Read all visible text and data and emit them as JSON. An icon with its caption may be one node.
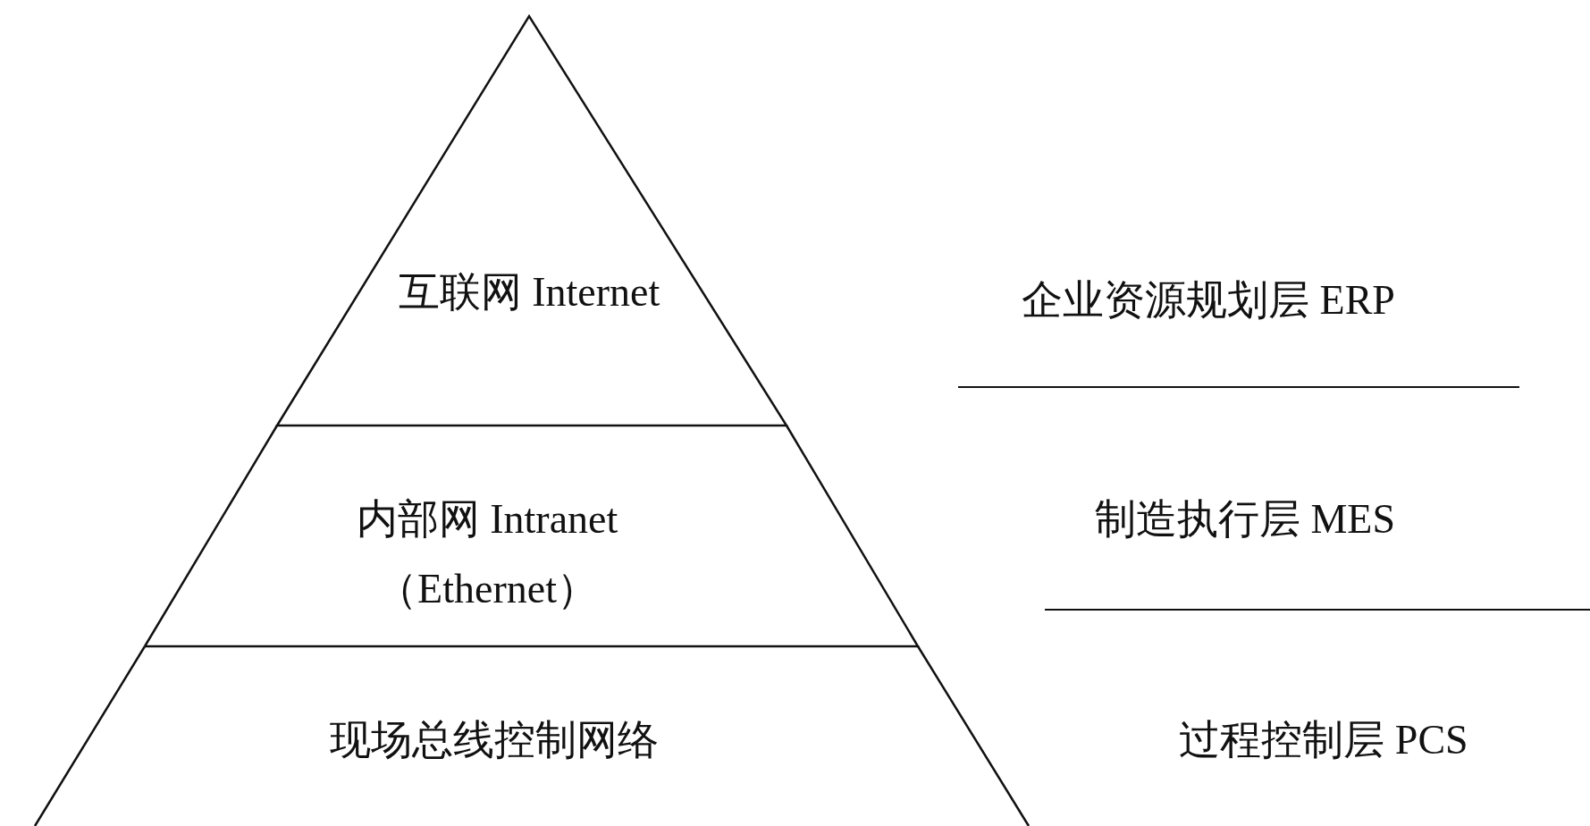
{
  "diagram": {
    "nodes": [
      {
        "text": [
          "互联网 Internet"
        ]
      },
      {
        "text": [
          "内部网 Intranet （Ethernet）"
        ]
      },
      {
        "text": [
          "现场总线控制网络"
        ]
      }
    ],
    "edges": [],
    "labels": [
      "企业资源规划层 ERP",
      "制造执行层 MES",
      "过程控制层 PCS"
    ]
  }
}
